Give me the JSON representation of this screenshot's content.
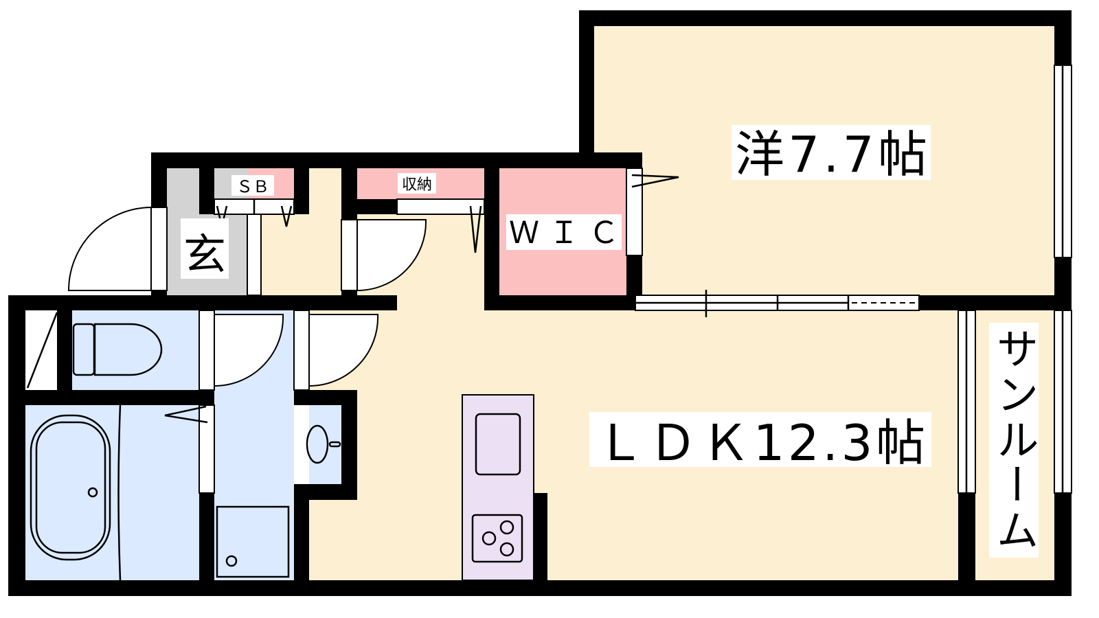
{
  "rooms": {
    "western": {
      "label": "洋7.7帖"
    },
    "wic": {
      "label": "ＷＩＣ"
    },
    "ldk": {
      "label": "ＬＤＫ12.3帖"
    },
    "sunroom": {
      "label": "サンルーム",
      "chars": [
        "サ",
        "ン",
        "ル",
        "ー",
        "ム"
      ]
    },
    "entrance": {
      "label": "玄"
    },
    "shoebox": {
      "label": "ＳＢ"
    },
    "storage": {
      "label": "収納"
    }
  },
  "colors": {
    "wall": "#000000",
    "living": "#fdf0d2",
    "storage": "#fcc0c0",
    "wet": "#dbeafe",
    "entrance": "#d3d3d3",
    "kitchen": "#ece0f5"
  }
}
